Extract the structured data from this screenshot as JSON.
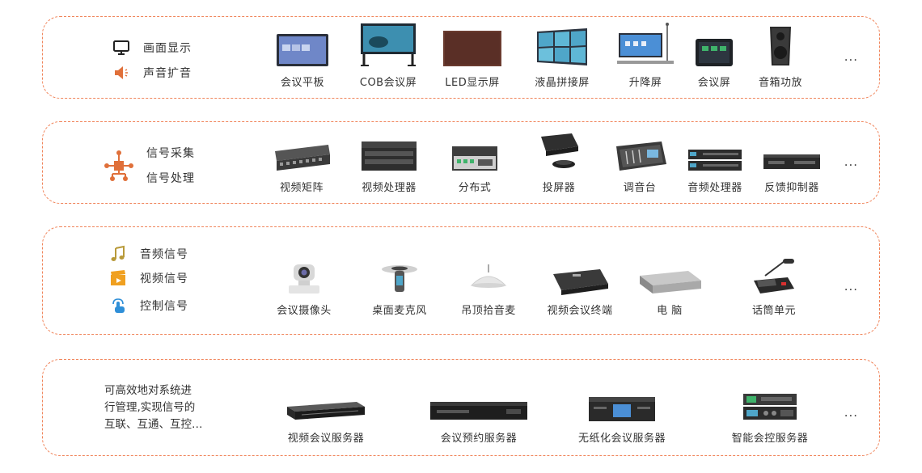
{
  "panel1": {
    "labels": [
      "画面显示",
      "声音扩音"
    ],
    "items": [
      "会议平板",
      "COB会议屏",
      "LED显示屏",
      "液晶拼接屏",
      "升降屏",
      "会议屏",
      "音箱功放"
    ],
    "more": "..."
  },
  "panel2": {
    "labels": [
      "信号采集",
      "信号处理"
    ],
    "items": [
      "视频矩阵",
      "视频处理器",
      "分布式",
      "投屏器",
      "调音台",
      "音频处理器",
      "反馈抑制器"
    ],
    "more": "..."
  },
  "panel3": {
    "labels": [
      "音频信号",
      "视频信号",
      "控制信号"
    ],
    "items": [
      "会议摄像头",
      "桌面麦克风",
      "吊顶拾音麦",
      "视频会议终端",
      "电  脑",
      "话筒单元"
    ],
    "more": "..."
  },
  "panel4": {
    "desc": [
      "可高效地对系统进",
      "行管理,实现信号的",
      "互联、互通、互控…"
    ],
    "items": [
      "视频会议服务器",
      "会议预约服务器",
      "无纸化会议服务器",
      "智能会控服务器"
    ],
    "more": "..."
  },
  "colors": {
    "accent": "#f0845a",
    "icon_orange": "#e0703a",
    "icon_dark": "#222222"
  }
}
